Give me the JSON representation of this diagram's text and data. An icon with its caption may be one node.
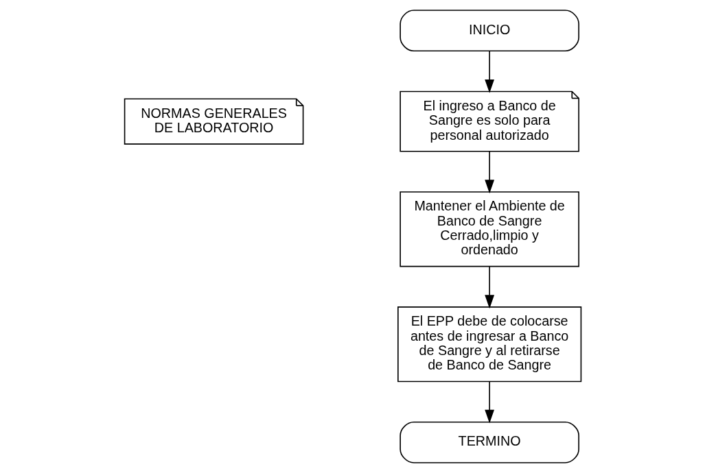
{
  "diagram": {
    "nodes": [
      {
        "text": [
          "INICIO"
        ]
      },
      {
        "text": [
          "NORMAS GENERALES DE LABORATORIO"
        ]
      },
      {
        "text": [
          "El ingreso a Banco de Sangre es solo para personal autorizado"
        ]
      },
      {
        "text": [
          "Mantener el Ambiente de Banco de Sangre Cerrado,limpio y ordenado"
        ]
      },
      {
        "text": [
          "El EPP debe de colocarse antes de ingresar a Banco de Sangre y al retirarse de Banco de Sangre"
        ]
      },
      {
        "text": [
          "TERMINO"
        ]
      }
    ],
    "edges": [
      {
        "from": 0,
        "to": 2,
        "arrow": "to"
      },
      {
        "from": 2,
        "to": 3,
        "arrow": "to"
      },
      {
        "from": 3,
        "to": 4,
        "arrow": "to"
      },
      {
        "from": 4,
        "to": 5,
        "arrow": "to"
      }
    ]
  }
}
